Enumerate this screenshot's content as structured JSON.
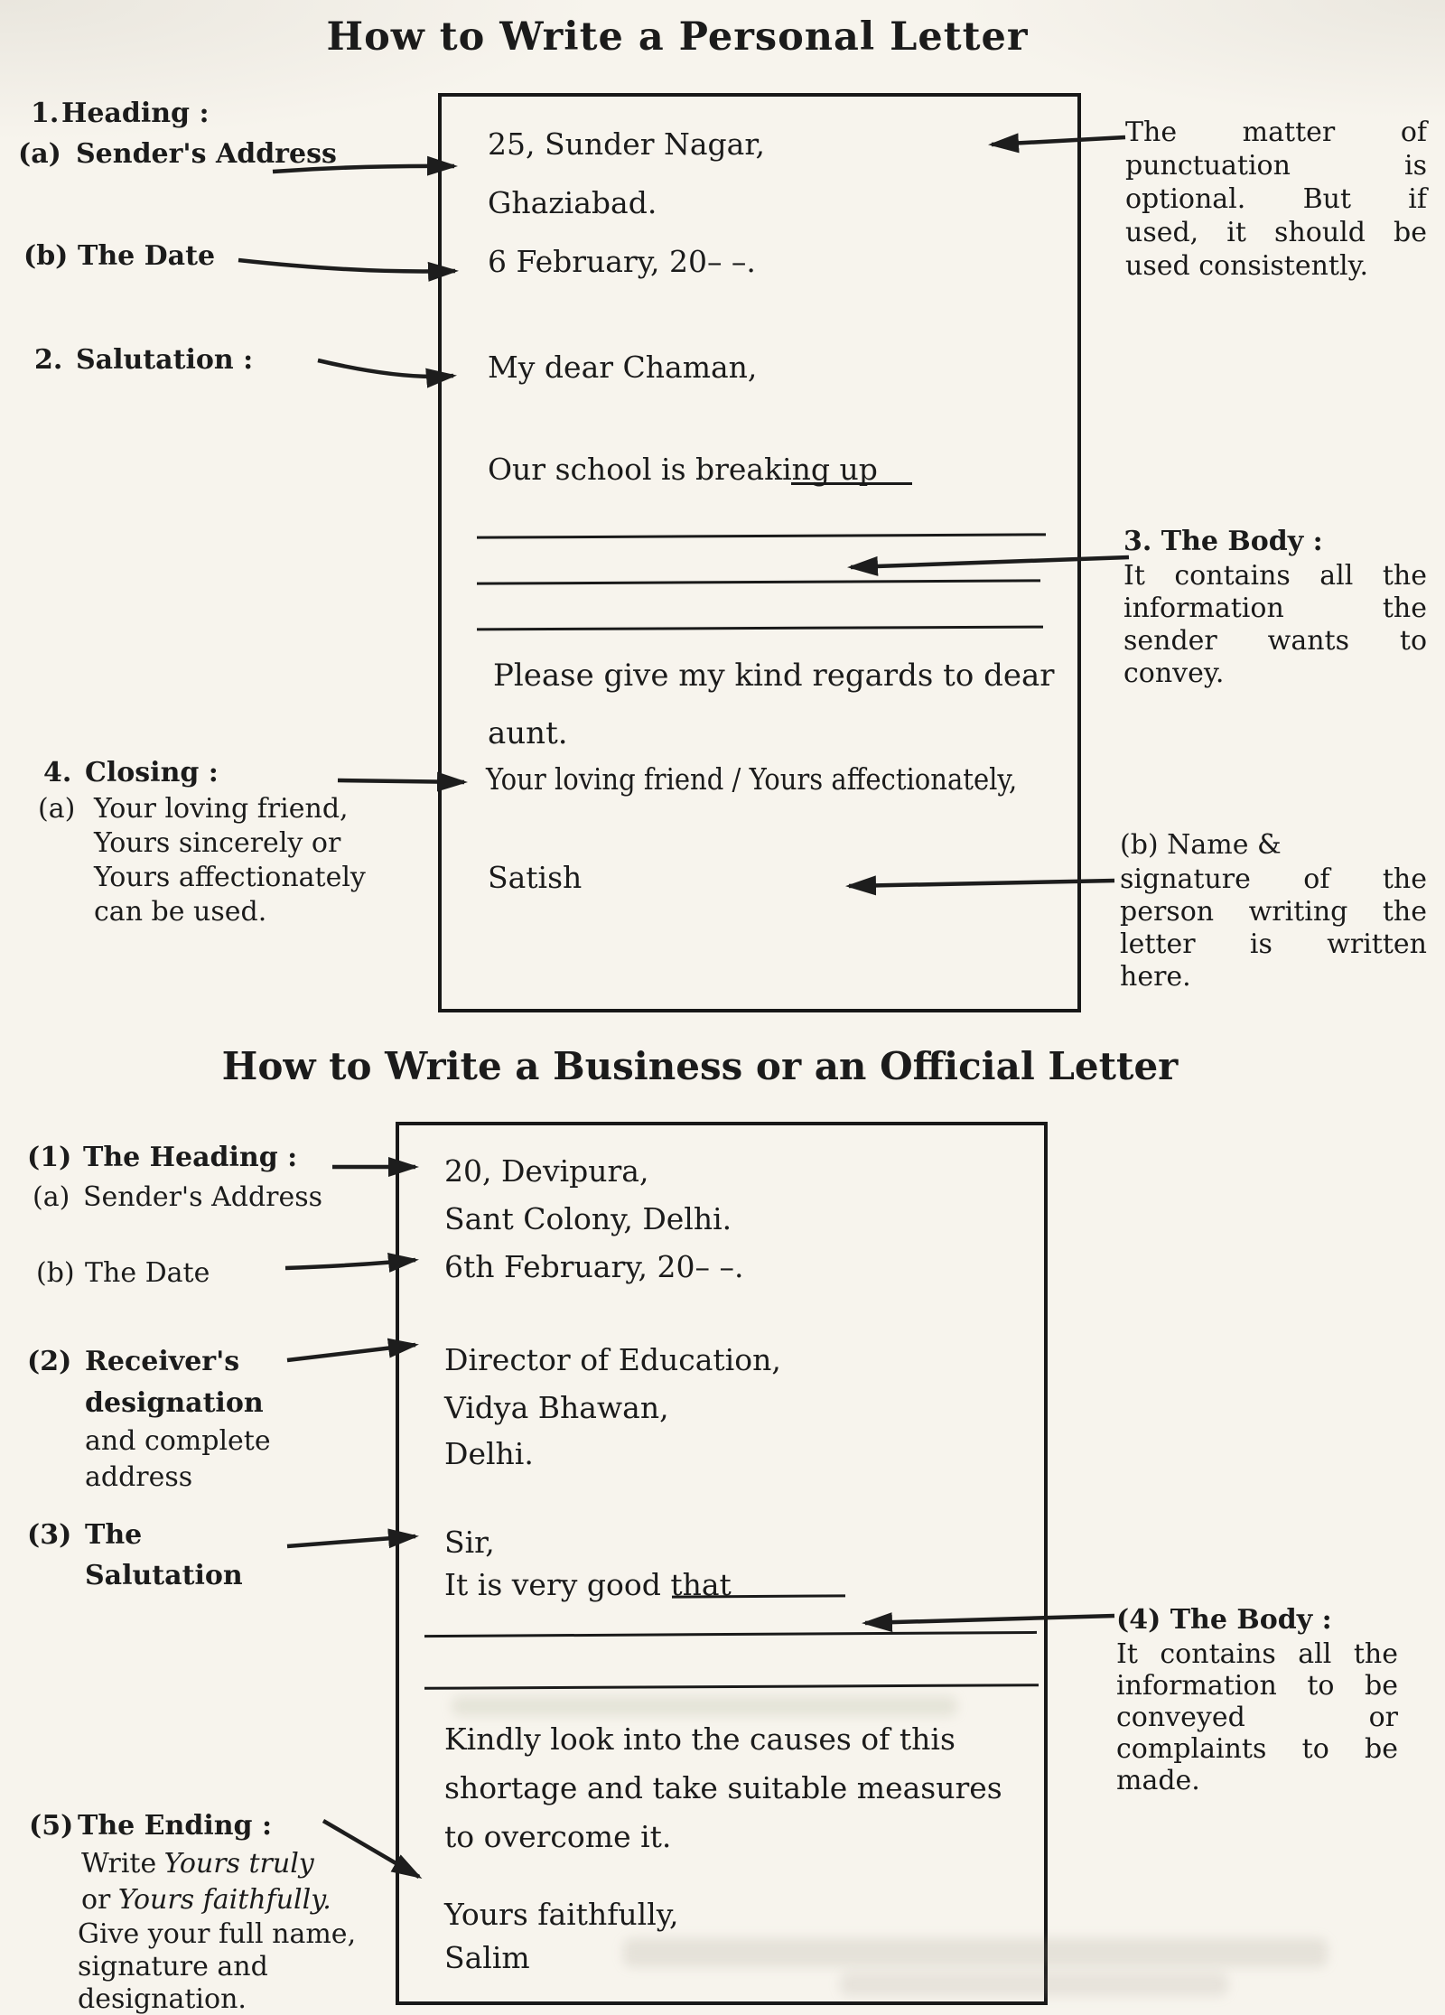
{
  "s1": {
    "title": "How to Write a Personal Letter",
    "left": {
      "heading_num": "1.",
      "heading": "Heading :",
      "sender_num": "(a)",
      "sender": "Sender's Address",
      "date_num": "(b)",
      "date": "The Date",
      "salutation_num": "2.",
      "salutation": "Salutation :",
      "closing_num": "4.",
      "closing": "Closing :",
      "closing_a_num": "(a)",
      "closing_a": "Your loving friend,",
      "closing_b": "Yours sincerely or",
      "closing_c": "Yours affectionately",
      "closing_d": "can be used."
    },
    "right": {
      "punct_lines": [
        "The matter of",
        "punctuation is",
        "optional. But if",
        "used, it should be",
        "used consistently."
      ],
      "body_heading": "3. The Body :",
      "body_lines": [
        "It contains all the",
        "information the",
        "sender wants to",
        "convey."
      ],
      "name_heading": "(b) Name &",
      "name_lines": [
        "signature of the",
        "person writing the",
        "letter is written",
        "here."
      ]
    },
    "letter": {
      "address1": "25, Sunder Nagar,",
      "address2": "Ghaziabad.",
      "date": "6 February, 20– –.",
      "salutation": "My dear Chaman,",
      "body_opening": "Our school is breaking up",
      "regards1": "Please give my kind regards to dear",
      "regards2": "aunt.",
      "closing": "Your loving friend / Yours affectionately,",
      "signature": "Satish"
    }
  },
  "s2": {
    "title": "How to Write a Business or an Official Letter",
    "left": {
      "heading_num": "(1)",
      "heading": "The Heading :",
      "sender_num": "(a)",
      "sender": "Sender's Address",
      "date_num": "(b)",
      "date": "The Date",
      "receiver_num": "(2)",
      "receiver1": "Receiver's",
      "receiver2": "designation",
      "receiver3": "and complete",
      "receiver4": "address",
      "salutation_num": "(3)",
      "salutation1": "The",
      "salutation2": "Salutation",
      "ending_num": "(5)",
      "ending": "The Ending :",
      "ending_l1a": "Write",
      "ending_l1b": "Yours truly",
      "ending_l2a": "or",
      "ending_l2b": "Yours faithfully.",
      "ending_l3": "Give your full name,",
      "ending_l4": "signature and",
      "ending_l5": "designation."
    },
    "right": {
      "body_heading": "(4) The Body :",
      "body_lines": [
        "It contains all the",
        "information to be",
        "conveyed or",
        "complaints to be",
        "made."
      ]
    },
    "letter": {
      "address1": "20, Devipura,",
      "address2": "Sant Colony, Delhi.",
      "date": "6th February, 20– –.",
      "receiver1": "Director of Education,",
      "receiver2": "Vidya Bhawan,",
      "receiver3": "Delhi.",
      "salutation": "Sir,",
      "body_opening": "It is very good that",
      "body1": "Kindly look into the causes of this",
      "body2": "shortage and take suitable measures",
      "body3": "to overcome it.",
      "closing": "Yours faithfully,",
      "signature": "Salim"
    }
  }
}
